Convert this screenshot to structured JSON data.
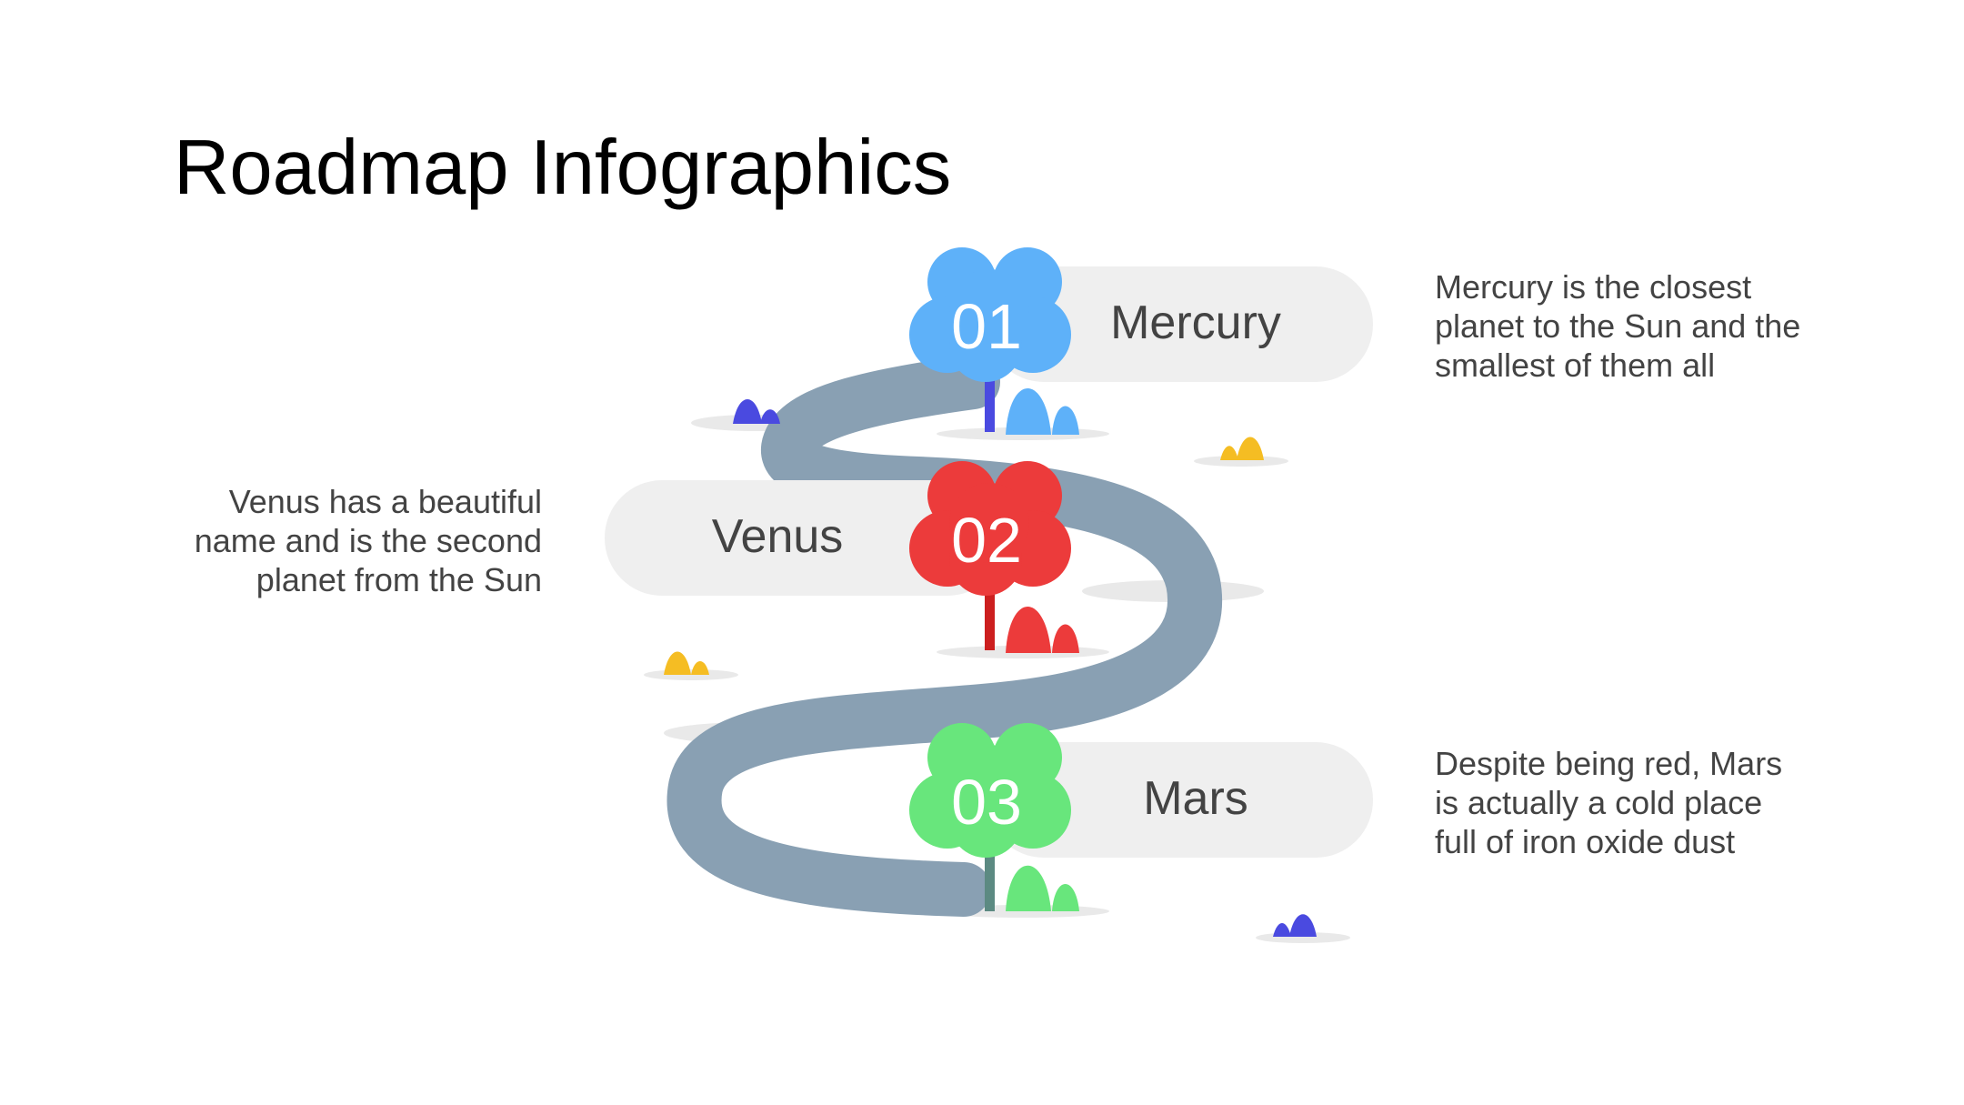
{
  "title": "Roadmap Infographics",
  "colors": {
    "mercury": "#5eb1f9",
    "venus": "#ec3b3b",
    "mars": "#68e67c",
    "road": "#89a0b3",
    "label_bg": "#efefef",
    "bush_blue": "#4a4ae0",
    "bush_yellow": "#f5bd23"
  },
  "steps": [
    {
      "number": "01",
      "name": "Mercury",
      "description": [
        "Mercury is the closest",
        "planet to the Sun and the",
        "smallest of them all"
      ]
    },
    {
      "number": "02",
      "name": "Venus",
      "description": [
        "Venus has a beautiful",
        "name and is the second",
        "planet from the Sun"
      ]
    },
    {
      "number": "03",
      "name": "Mars",
      "description": [
        "Despite being red, Mars",
        "is actually a cold place",
        "full of iron oxide dust"
      ]
    }
  ]
}
